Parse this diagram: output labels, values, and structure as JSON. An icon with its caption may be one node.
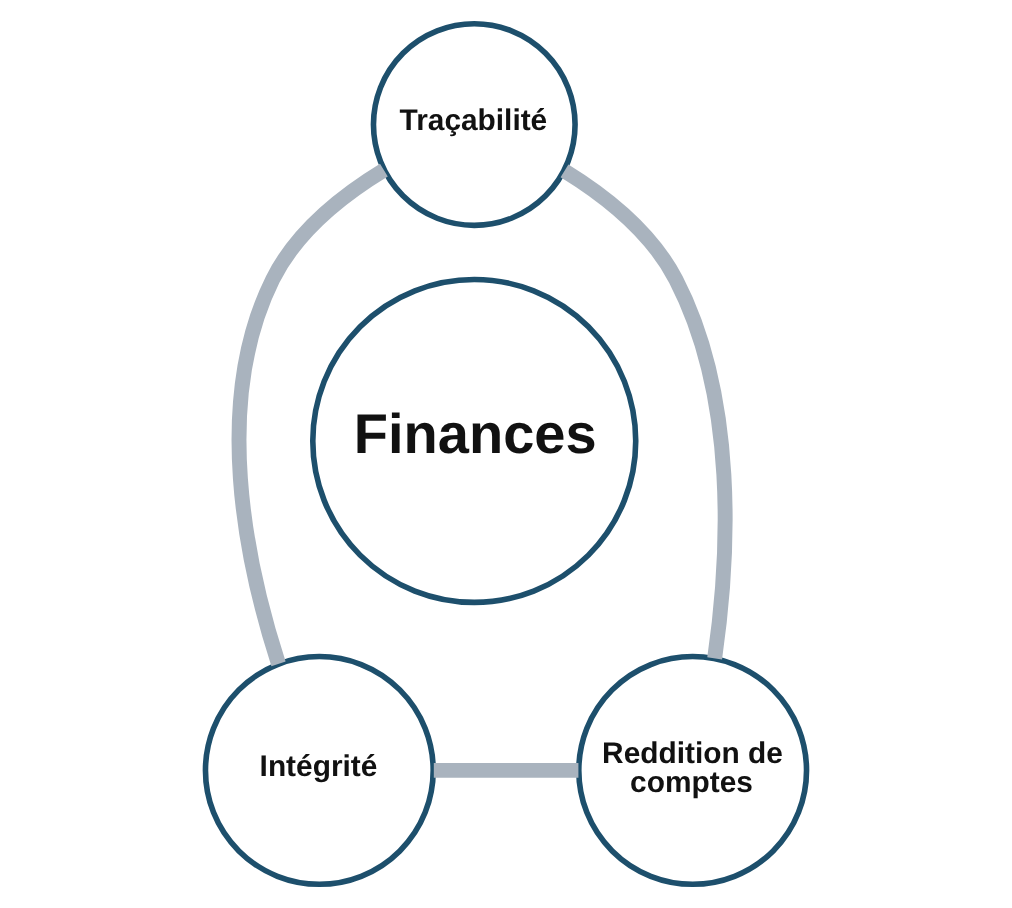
{
  "diagram": {
    "nodes": [
      {
        "text": [
          "Traçabilité"
        ]
      },
      {
        "text": [
          "Finances"
        ]
      },
      {
        "text": [
          "Intégrité"
        ]
      },
      {
        "text": [
          "Reddition de comptes"
        ]
      }
    ],
    "edges": [
      {
        "from": 0,
        "to": 3,
        "arrow": "none",
        "color": "#a9b3be"
      },
      {
        "from": 3,
        "to": 2,
        "arrow": "none",
        "color": "#a9b3be"
      },
      {
        "from": 2,
        "to": 0,
        "arrow": "none",
        "color": "#a9b3be"
      }
    ]
  }
}
